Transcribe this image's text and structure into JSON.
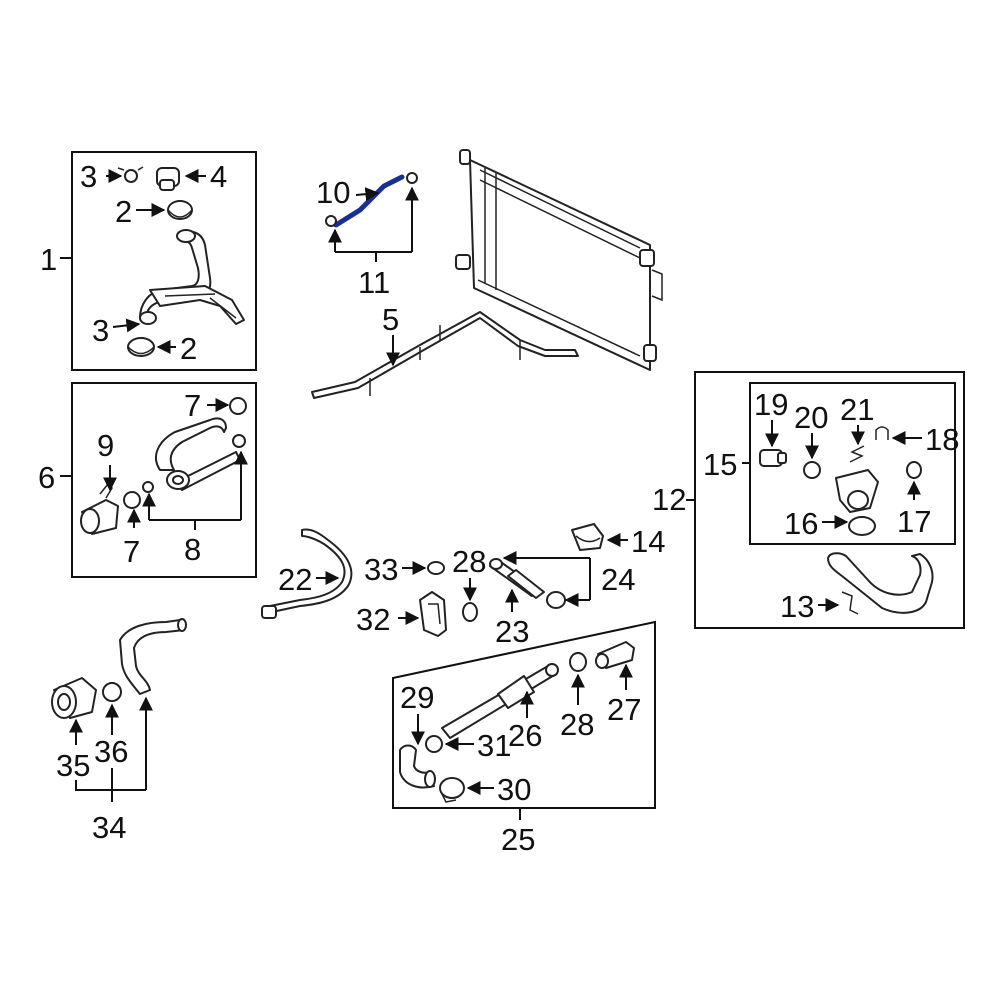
{
  "diagram": {
    "labels": [
      "1",
      "2",
      "2",
      "3",
      "3",
      "4",
      "5",
      "6",
      "7",
      "7",
      "8",
      "9",
      "10",
      "11",
      "12",
      "13",
      "14",
      "15",
      "16",
      "17",
      "18",
      "19",
      "20",
      "21",
      "22",
      "23",
      "24",
      "25",
      "26",
      "27",
      "28",
      "28",
      "29",
      "30",
      "31",
      "32",
      "33",
      "34",
      "35",
      "36"
    ],
    "highlight_color": "#1b2f8f",
    "line_color": "#111111"
  }
}
